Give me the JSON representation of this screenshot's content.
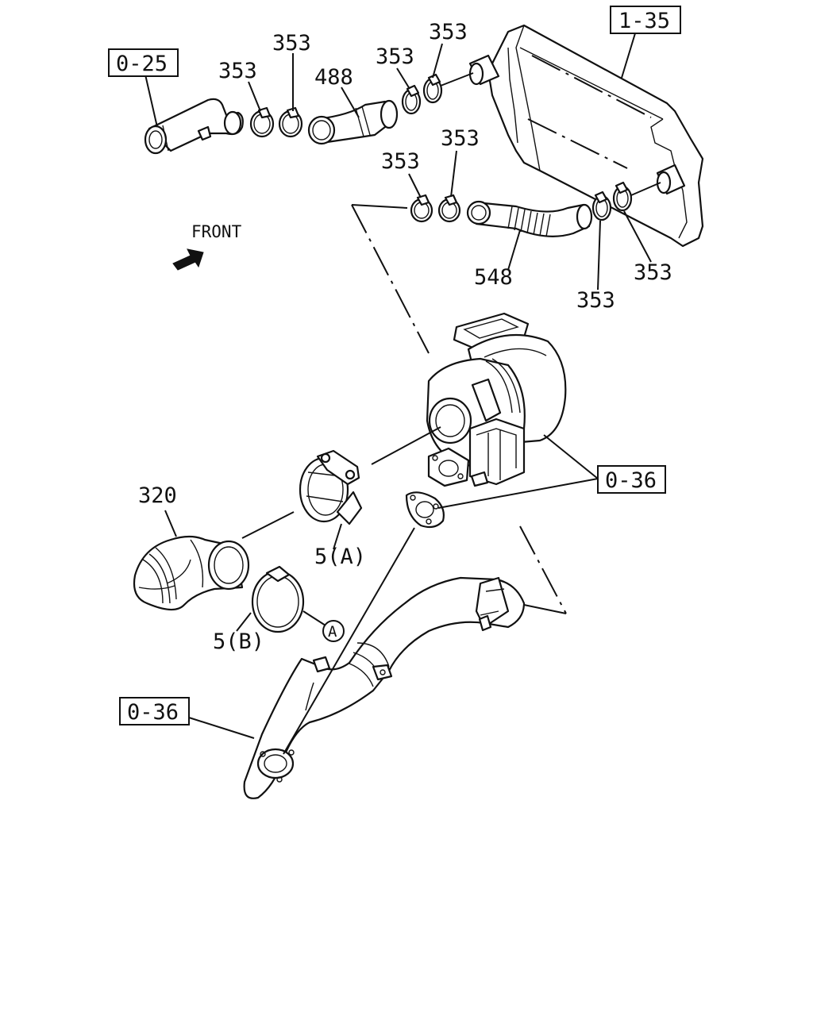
{
  "labels": {
    "ref_0_25": "0-25",
    "ref_1_35": "1-35",
    "ref_0_36_right": "0-36",
    "ref_0_36_left": "0-36",
    "clamp_353": "353",
    "hose_488": "488",
    "hose_548": "548",
    "hose_320": "320",
    "clamp_5a": "5(A)",
    "clamp_5b": "5(B)",
    "callout_a": "A",
    "front": "FRONT"
  }
}
